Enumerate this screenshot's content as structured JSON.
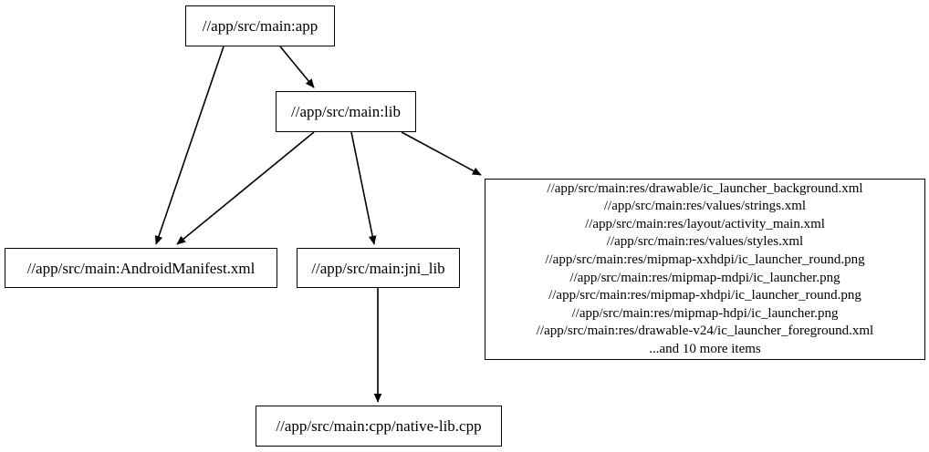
{
  "graph": {
    "type": "directed-dependency-graph",
    "background_color": "#ffffff",
    "stroke_color": "#000000",
    "text_color": "#000000",
    "nodes": [
      {
        "id": "app",
        "label": "//app/src/main:app",
        "lines": [
          "//app/src/main:app"
        ]
      },
      {
        "id": "lib",
        "label": "//app/src/main:lib",
        "lines": [
          "//app/src/main:lib"
        ]
      },
      {
        "id": "manifest",
        "label": "//app/src/main:AndroidManifest.xml",
        "lines": [
          "//app/src/main:AndroidManifest.xml"
        ]
      },
      {
        "id": "jni_lib",
        "label": "//app/src/main:jni_lib",
        "lines": [
          "//app/src/main:jni_lib"
        ]
      },
      {
        "id": "native_lib",
        "label": "//app/src/main:cpp/native-lib.cpp",
        "lines": [
          "//app/src/main:cpp/native-lib.cpp"
        ]
      },
      {
        "id": "res",
        "label": "//app/src/main:res/drawable/ic_launcher_background.xml\n//app/src/main:res/values/strings.xml\n//app/src/main:res/layout/activity_main.xml\n//app/src/main:res/values/styles.xml\n//app/src/main:res/mipmap-xxhdpi/ic_launcher_round.png\n//app/src/main:res/mipmap-mdpi/ic_launcher.png\n//app/src/main:res/mipmap-xhdpi/ic_launcher_round.png\n//app/src/main:res/mipmap-hdpi/ic_launcher.png\n//app/src/main:res/drawable-v24/ic_launcher_foreground.xml\n...and 10 more items",
        "lines": [
          "//app/src/main:res/drawable/ic_launcher_background.xml",
          "//app/src/main:res/values/strings.xml",
          "//app/src/main:res/layout/activity_main.xml",
          "//app/src/main:res/values/styles.xml",
          "//app/src/main:res/mipmap-xxhdpi/ic_launcher_round.png",
          "//app/src/main:res/mipmap-mdpi/ic_launcher.png",
          "//app/src/main:res/mipmap-xhdpi/ic_launcher_round.png",
          "//app/src/main:res/mipmap-hdpi/ic_launcher.png",
          "//app/src/main:res/drawable-v24/ic_launcher_foreground.xml",
          "...and 10 more items"
        ],
        "overflow_note": "...and 10 more items",
        "hidden_item_count": 10
      }
    ],
    "edges": [
      {
        "id": "app-to-lib",
        "from": "app",
        "to": "lib",
        "arrow": "filled-triangle"
      },
      {
        "id": "app-to-manifest",
        "from": "app",
        "to": "manifest",
        "arrow": "filled-triangle"
      },
      {
        "id": "lib-to-manifest",
        "from": "lib",
        "to": "manifest",
        "arrow": "filled-triangle"
      },
      {
        "id": "lib-to-jnilib",
        "from": "lib",
        "to": "jni_lib",
        "arrow": "filled-triangle"
      },
      {
        "id": "lib-to-res",
        "from": "lib",
        "to": "res",
        "arrow": "filled-triangle"
      },
      {
        "id": "jnilib-to-nativelib",
        "from": "jni_lib",
        "to": "native_lib",
        "arrow": "filled-triangle"
      }
    ]
  }
}
